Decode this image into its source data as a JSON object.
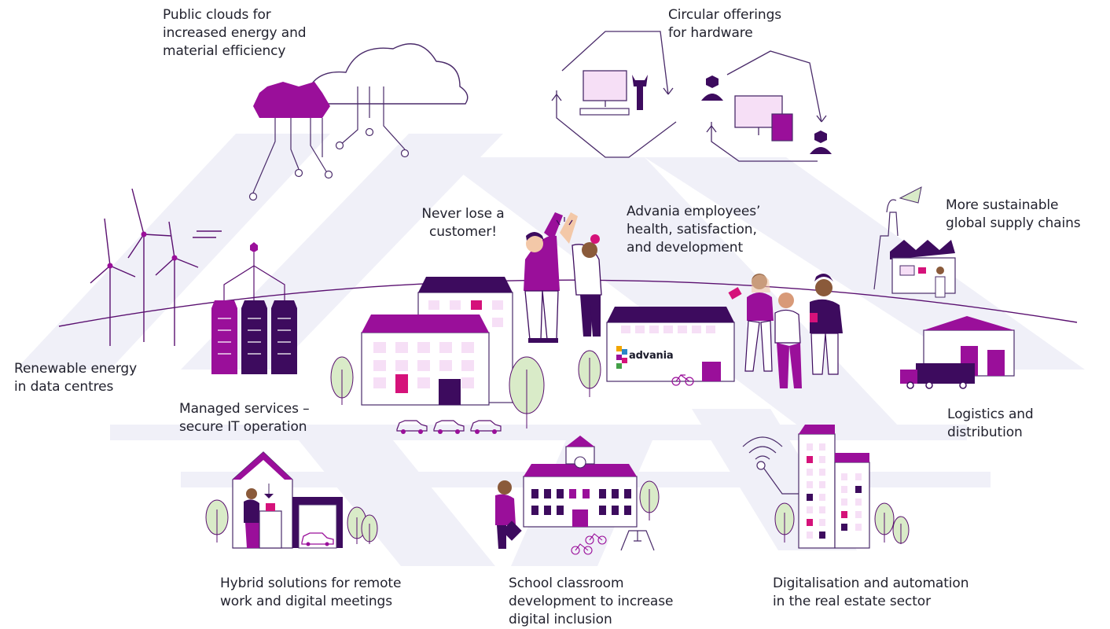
{
  "labels": {
    "public_clouds": "Public clouds for\nincreased energy and\nmaterial efficiency",
    "circular": "Circular offerings\nfor hardware",
    "never_lose": "Never lose a\ncustomer!",
    "employees": "Advania employees’\nhealth, satisfaction,\nand development",
    "supply_chains": "More sustainable\nglobal supply chains",
    "renewable": "Renewable energy\nin data centres",
    "managed": "Managed services –\nsecure IT operation",
    "logistics": "Logistics and\ndistribution",
    "hybrid": "Hybrid solutions for remote\nwork and digital meetings",
    "school": "School classroom\ndevelopment to increase\ndigital inclusion",
    "digitalisation": "Digitalisation and automation\nin the real estate sector"
  },
  "logo": {
    "text": "advania"
  },
  "colors": {
    "primary": "#9a0f9a",
    "dark": "#3d0b5e",
    "magenta": "#d5127a",
    "pale": "#f6dff6",
    "tree": "#d9ebc8",
    "road": "#eeeef7"
  }
}
